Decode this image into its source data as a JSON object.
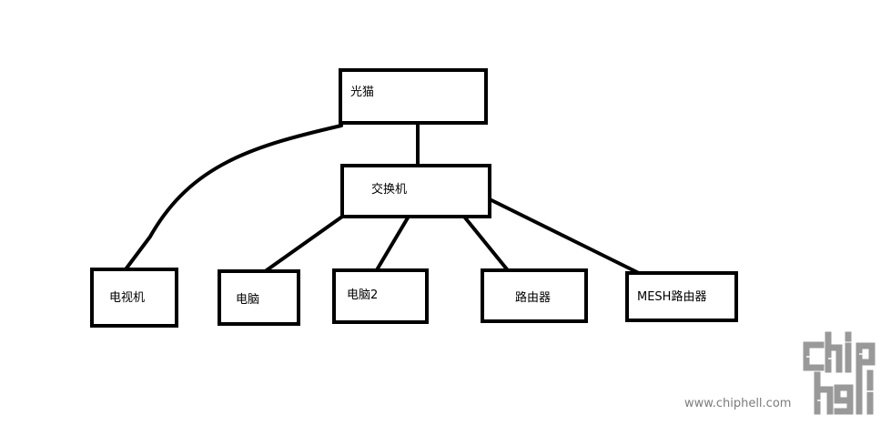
{
  "diagram": {
    "nodes": {
      "modem": "光猫",
      "switch": "交换机",
      "tv": "电视机",
      "pc1": "电脑",
      "pc2": "电脑2",
      "router": "路由器",
      "mesh_router": "MESH路由器"
    },
    "edges": [
      [
        "modem",
        "switch"
      ],
      [
        "modem",
        "tv"
      ],
      [
        "switch",
        "pc1"
      ],
      [
        "switch",
        "pc2"
      ],
      [
        "switch",
        "router"
      ],
      [
        "switch",
        "mesh_router"
      ]
    ],
    "line_color": "#000000"
  },
  "watermark": {
    "url": "www.chiphell.com",
    "logo_icon": "chiphell-logo-icon",
    "color": "#888888"
  }
}
